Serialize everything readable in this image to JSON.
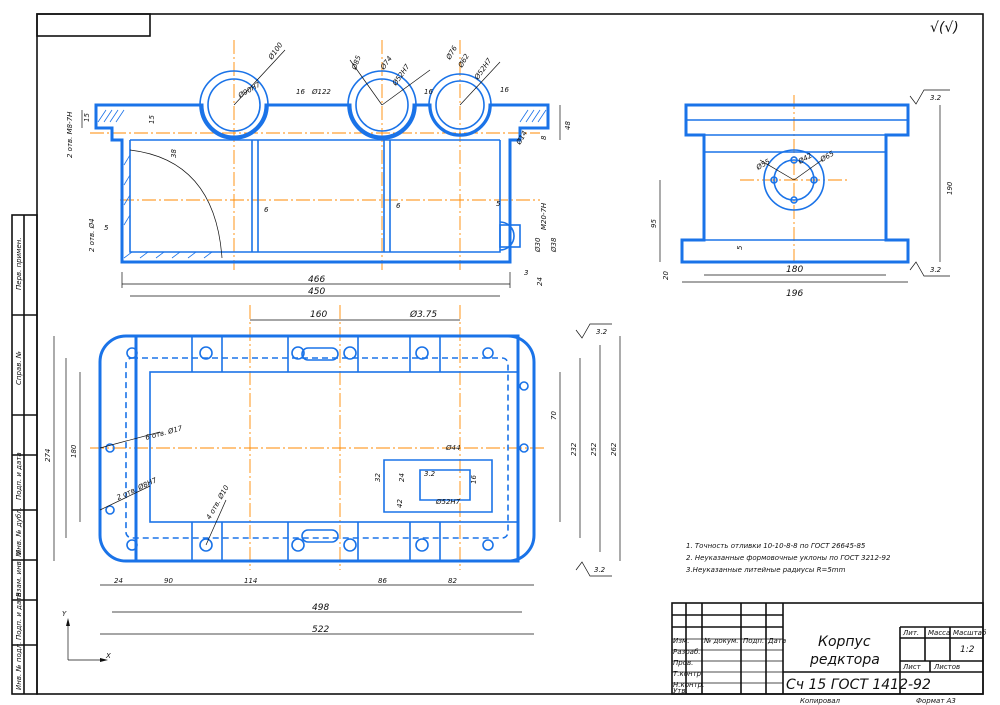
{
  "colors": {
    "part": "#1a73e8",
    "axis": "#ff8a00",
    "line": "#111111"
  },
  "roughness_mark": "√(√)",
  "front_view": {
    "dims": {
      "d1": "Ø100",
      "d2": "Ø90H7",
      "d3": "Ø122",
      "d4": "16",
      "d5": "Ø85",
      "d6": "Ø74",
      "d7": "Ø52H7",
      "d8": "16",
      "d9": "Ø76",
      "d10": "Ø62",
      "d11": "Ø52H7",
      "d12": "16",
      "d13": "15",
      "d14": "15",
      "d15": "38",
      "d16": "2 отв. М8-7Н",
      "d17": "Ø14",
      "d18": "8",
      "d19": "48",
      "d20": "6",
      "d21": "6",
      "d22": "2 отв. Ø4",
      "d23": "5",
      "d24": "5",
      "d25": "М20-7Н",
      "d26": "Ø30",
      "d27": "Ø38",
      "d28": "3",
      "d29": "24",
      "d30": "466",
      "d31": "450"
    }
  },
  "side_view": {
    "dims": {
      "s1": "3.2",
      "s2": "Ø55",
      "s3": "Ø42",
      "s4": "Ø65",
      "s5": "190",
      "s6": "95",
      "s7": "5",
      "s8": "20",
      "s9": "180",
      "s10": "196",
      "s11": "3.2"
    }
  },
  "plan_view": {
    "dims": {
      "p1": "160",
      "p2": "Ø3.75",
      "p3": "3.2",
      "p4": "274",
      "p5": "180",
      "p6": "6 отв. Ø17",
      "p7": "2 отв. Ø8Н7",
      "p8": "4 отв. Ø10",
      "p9": "70",
      "p10": "232",
      "p11": "252",
      "p12": "262",
      "p13": "Ø44",
      "p14": "3.2",
      "p15": "32",
      "p16": "24",
      "p17": "16",
      "p18": "42",
      "p19": "Ø52Н7",
      "p20": "24",
      "p21": "90",
      "p22": "114",
      "p23": "86",
      "p24": "82",
      "p25": "498",
      "p26": "522",
      "p27": "3.2"
    }
  },
  "notes": [
    "1. Точность отливки 10-10-8-8 по ГОСТ 26645-85",
    "2. Неуказанные формовочные уклоны по ГОСТ 3212-92",
    "3.Неуказанные литейные радиусы R=5mm"
  ],
  "coord_axes": {
    "y": "Y",
    "x": "X"
  },
  "side_strip": [
    "Перв. примен.",
    "Справ. №",
    "Подп. и дата",
    "Инв. № дубл.",
    "Взам. инв. №",
    "Подп. и дата",
    "Инв. № подл."
  ],
  "title_block": {
    "name_line1": "Корпус",
    "name_line2": "редктора",
    "material": "Сч 15 ГОСТ 1412-92",
    "scale": "1:2",
    "rows": [
      "Изм.",
      "Разраб.",
      "Пров.",
      "Т.контр.",
      "Н.контр.",
      "Утв."
    ],
    "cols": [
      "№ докум.",
      "Подп.",
      "Дата"
    ],
    "lit": "Лит.",
    "mass": "Масса",
    "scale_label": "Масштаб",
    "sheet": "Лист",
    "sheets": "Листов",
    "copied": "Копировал",
    "format": "Формат А3"
  }
}
